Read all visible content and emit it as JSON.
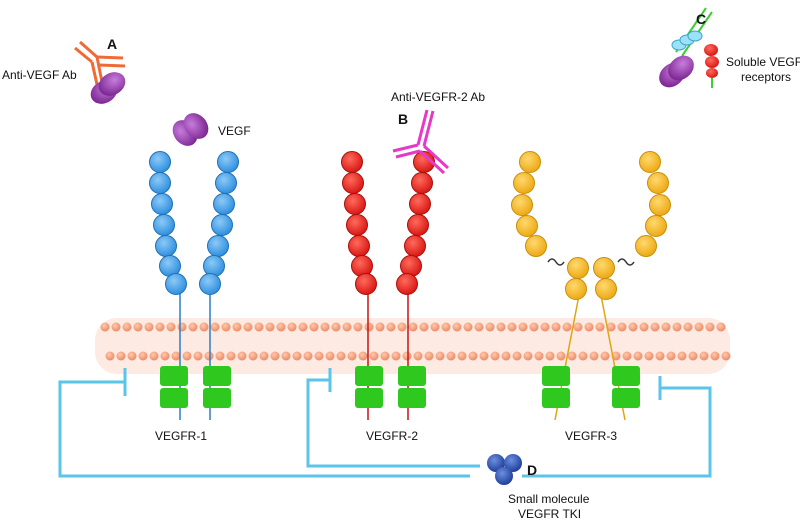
{
  "labels": {
    "anti_vegf_ab": "Anti-VEGF Ab",
    "marker_a": "A",
    "marker_b": "B",
    "marker_c": "C",
    "marker_d": "D",
    "anti_vegfr2_ab": "Anti-VEGFR-2 Ab",
    "vegf": "VEGF",
    "soluble_line1": "Soluble VEGF",
    "soluble_line2": "receptors",
    "vegfr1": "VEGFR-1",
    "vegfr2": "VEGFR-2",
    "vegfr3": "VEGFR-3",
    "tki_line1": "Small molecule",
    "tki_line2": "VEGFR TKI"
  },
  "colors": {
    "vegfr1": "#3d9be9",
    "vegfr2": "#e8201b",
    "vegfr3": "#f3b41a",
    "kinase": "#2ec81f",
    "vegf": "#9a3fb0",
    "anti_vegf_ab": "#f06a36",
    "anti_vegfr2_ab": "#e838c8",
    "inhibition_line": "#5bc4ea",
    "membrane": "#f4a07c",
    "tki": "#2852b5"
  }
}
